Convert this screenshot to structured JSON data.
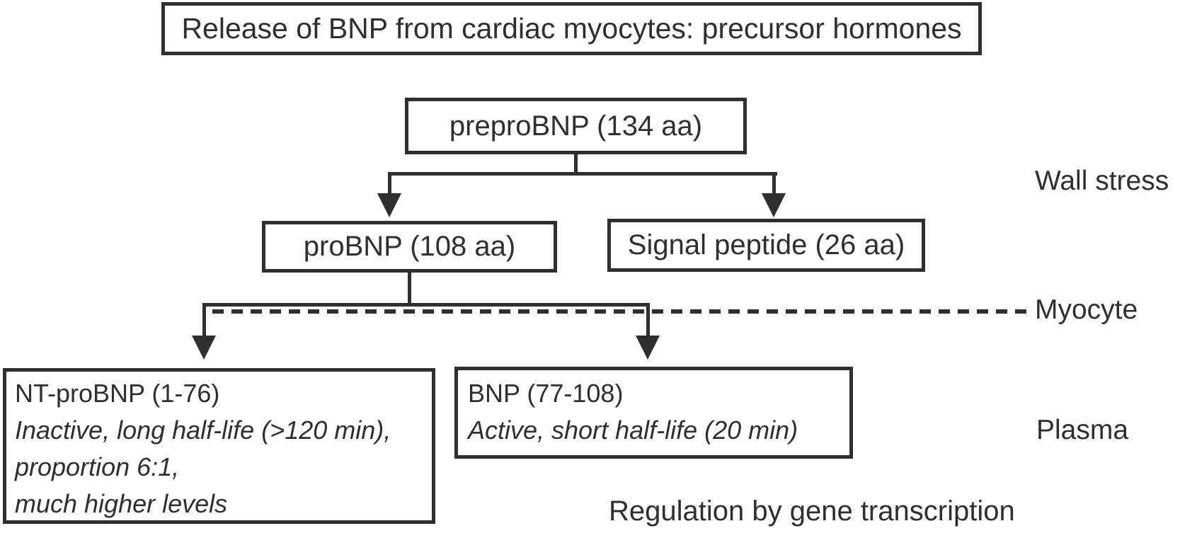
{
  "diagram": {
    "title": "Release of BNP from cardiac myocytes: precursor hormones",
    "nodes": {
      "preprobnp": {
        "label": "preproBNP (134 aa)"
      },
      "probnp": {
        "label": "proBNP (108 aa)"
      },
      "signal_peptide": {
        "label": "Signal peptide (26 aa)"
      },
      "nt_probnp": {
        "title": "NT-proBNP (1-76)",
        "lines": [
          "Inactive, long half-life (>120 min),",
          "proportion 6:1,",
          "much higher levels"
        ]
      },
      "bnp": {
        "title": "BNP (77-108)",
        "lines": [
          "Active, short half-life (20 min)"
        ]
      }
    },
    "labels": {
      "wall_stress": "Wall stress",
      "myocyte": "Myocyte",
      "plasma": "Plasma",
      "regulation": "Regulation by gene transcription"
    },
    "colors": {
      "ink": "#2f2f2f",
      "background": "#ffffff"
    }
  }
}
